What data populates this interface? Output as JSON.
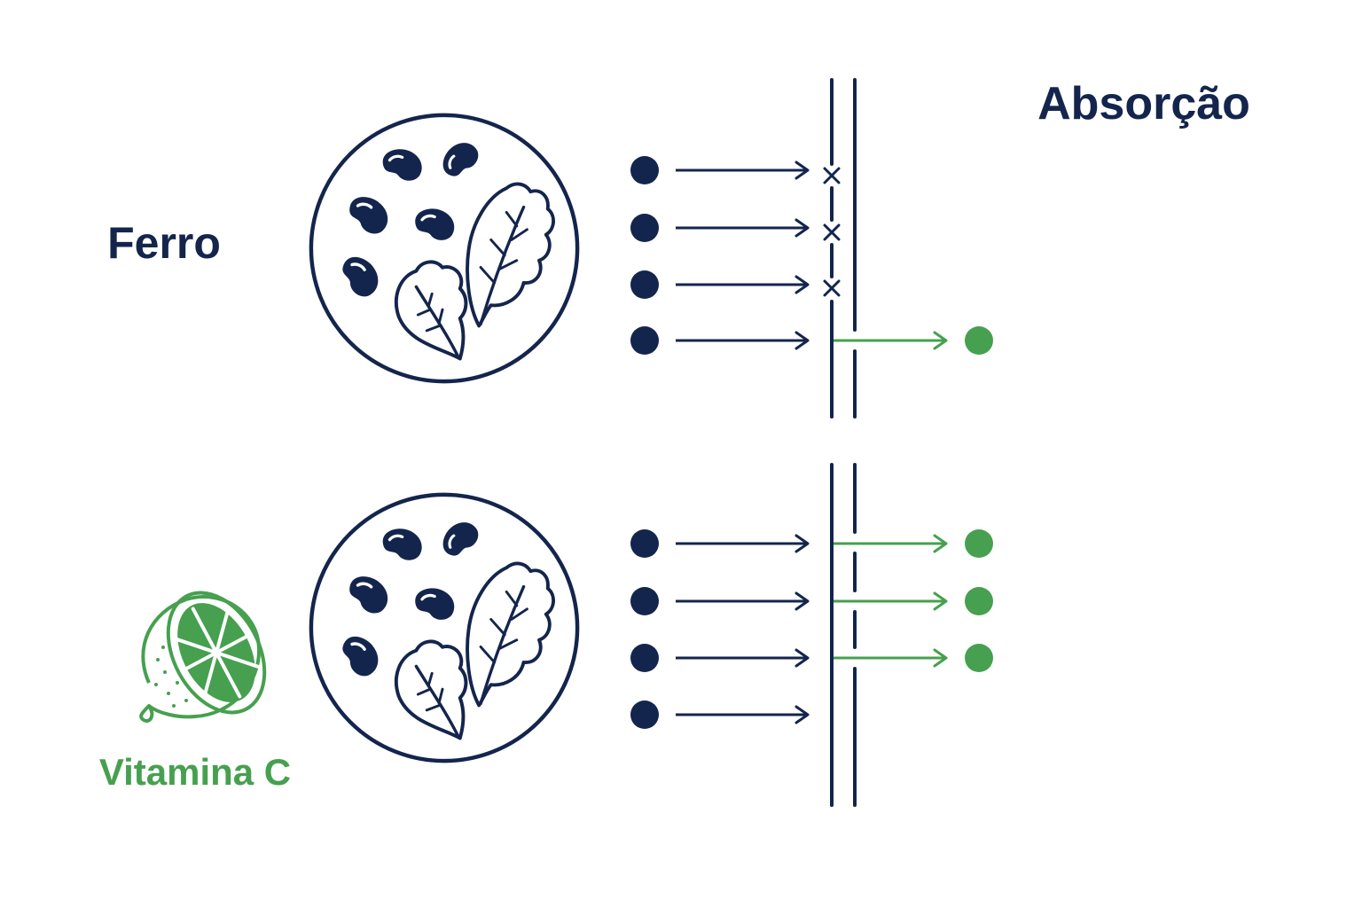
{
  "labels": {
    "absorption_title": "Absorção",
    "iron_label": "Ferro",
    "vitamin_label": "Vitamina C"
  },
  "colors": {
    "navy": "#14254d",
    "green": "#46a04f",
    "background": "#ffffff"
  },
  "icons": {
    "food_plate": "beans-and-spinach-plate-icon",
    "lemon": "lemon-half-icon",
    "blocked": "x-mark-icon"
  },
  "panels": [
    {
      "name": "without-vitamin-c",
      "molecules_in": 4,
      "blocked": 3,
      "absorbed": 1
    },
    {
      "name": "with-vitamin-c",
      "molecules_in": 4,
      "blocked": 0,
      "absorbed": 3
    }
  ]
}
